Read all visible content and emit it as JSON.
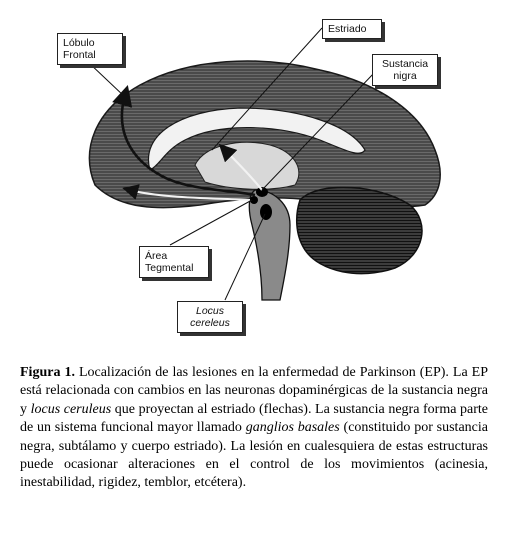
{
  "labels": {
    "lobulo_frontal": [
      "Lóbulo",
      "Frontal"
    ],
    "estriado": [
      "Estriado"
    ],
    "sustancia_negra": [
      "Sustancia",
      "nigra"
    ],
    "area_tegmental": [
      "Área",
      "Tegmental"
    ],
    "locus_cereleus": [
      "Locus",
      "cereleus"
    ]
  },
  "caption": {
    "figure_label": "Figura 1.",
    "part1": " Localización de las lesiones en la enfermedad de Parkinson (EP). La EP está relacionada con cambios en las neuronas dopaminérgicas de la sustancia negra y ",
    "italic1": "locus ceruleus",
    "part2": " que proyectan al estriado (flechas). La sustancia negra forma parte de un sistema funcional mayor llamado ",
    "italic2": "ganglios basales",
    "part3": " (constituido por sustancia negra, subtálamo y cuerpo estriado). La lesión en cualesquiera de estas estructuras puede ocasionar alteraciones en el control de los movimientos (acinesia, inestabilidad, rigidez, temblor, etcétera)."
  }
}
